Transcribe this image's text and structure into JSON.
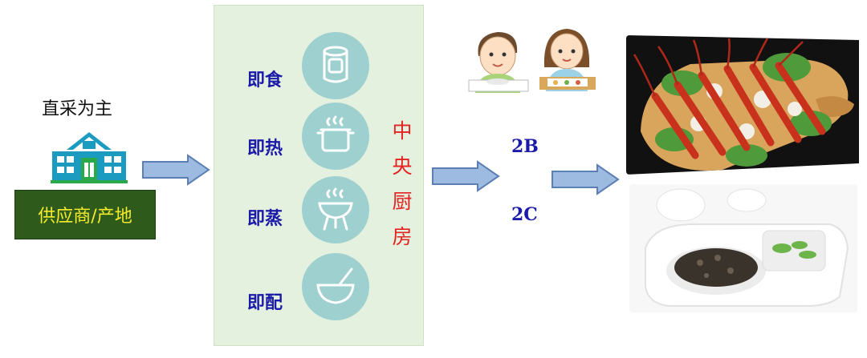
{
  "source": {
    "caption": "直采为主",
    "box_label": "供应商/产地",
    "icon": "school-building-icon"
  },
  "kitchen": {
    "modes": [
      {
        "label": "即食",
        "icon": "can-icon"
      },
      {
        "label": "即热",
        "icon": "steaming-pot-icon"
      },
      {
        "label": "即蒸",
        "icon": "steamer-icon"
      },
      {
        "label": "即配",
        "icon": "mortar-bowl-icon"
      }
    ],
    "title_chars": [
      "中",
      "央",
      "厨",
      "房"
    ]
  },
  "channels": [
    "2B",
    "2C"
  ],
  "colors": {
    "panel_bg": "#e4f1de",
    "mode_text": "#1c1aa8",
    "title_text": "#e52222",
    "supplier_bg": "#2e5b1c",
    "supplier_text": "#f5ea2d",
    "icon_circle": "#9fd0d0",
    "arrow_fill": "#9dbbe0",
    "arrow_stroke": "#5b7fb3"
  },
  "images": {
    "people": [
      "boy-eating-icon",
      "girl-eating-icon"
    ],
    "food": [
      "crayfish-board-photo",
      "meal-tray-photo"
    ]
  }
}
